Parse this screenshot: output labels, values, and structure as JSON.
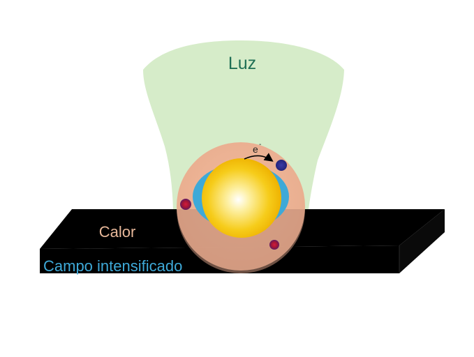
{
  "labels": {
    "light": "Luz",
    "heat": "Calor",
    "field": "Campo intensificado",
    "electron": "e",
    "electron_sup": "-"
  },
  "colors": {
    "light_beam": "#d6ecc9",
    "light_text": "#1f6f55",
    "heat_halo": "#e9a98a",
    "heat_text": "#e8b89a",
    "field_shell": "#3ea9d8",
    "field_text": "#3ea9d8",
    "particle_core": "#f6c400",
    "particle_glow": "#ffffff",
    "substrate": "#000000",
    "electron_dark": "#2b2c8a",
    "electron_red": "#b5162b"
  }
}
